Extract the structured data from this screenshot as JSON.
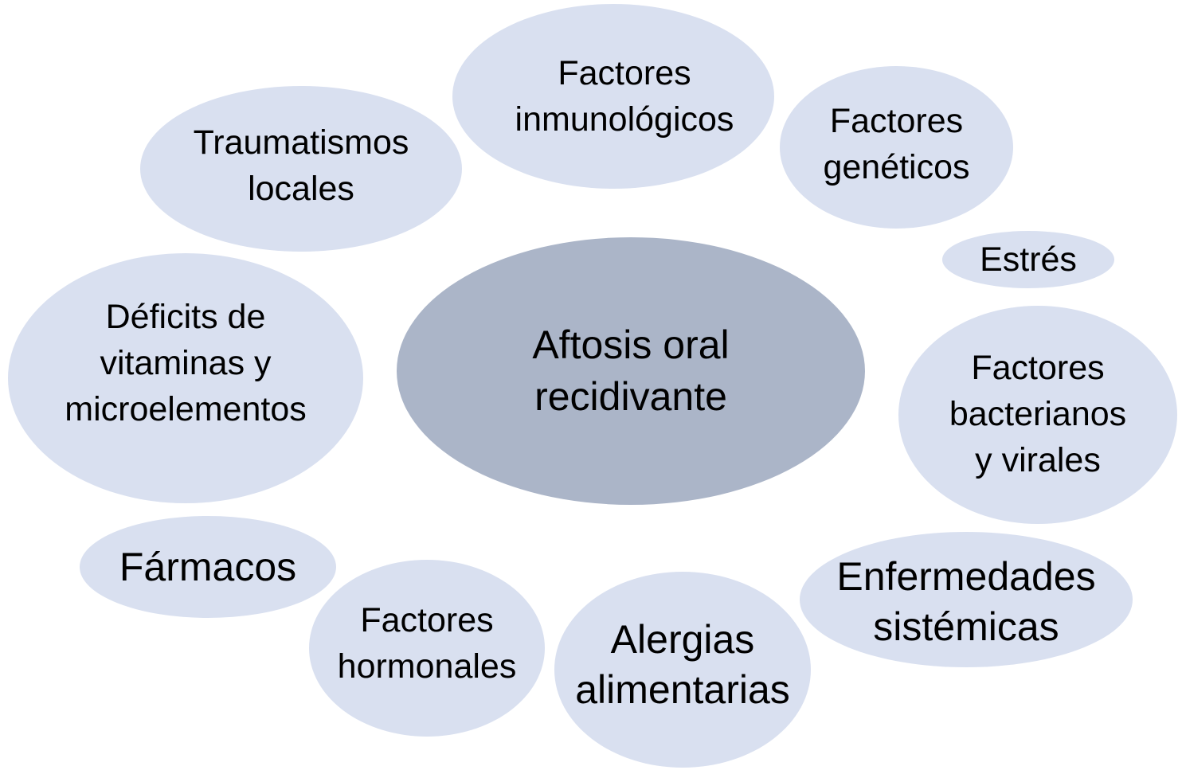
{
  "diagram": {
    "type": "bubble-map",
    "colors": {
      "background": "#ffffff",
      "center_fill": "#abb5c8",
      "satellite_fill": "#d9e0f0",
      "text": "#000000"
    },
    "center": {
      "label": "Aftosis oral\nrecidivante"
    },
    "factors": [
      {
        "id": "inmunologicos",
        "label": "Factores\ninmunológicos"
      },
      {
        "id": "geneticos",
        "label": "Factores\ngenéticos"
      },
      {
        "id": "estres",
        "label": "Estrés"
      },
      {
        "id": "bacterianos",
        "label": "Factores\nbacterianos\ny virales"
      },
      {
        "id": "sistemicas",
        "label": "Enfermedades\nsistémicas"
      },
      {
        "id": "alergias",
        "label": "Alergias\nalimentarias"
      },
      {
        "id": "hormonales",
        "label": "Factores\nhormonales"
      },
      {
        "id": "farmacos",
        "label": "Fármacos"
      },
      {
        "id": "deficits",
        "label": "Déficits de\nvitaminas y\nmicroelementos"
      },
      {
        "id": "traumatismos",
        "label": "Traumatismos\nlocales"
      }
    ]
  }
}
